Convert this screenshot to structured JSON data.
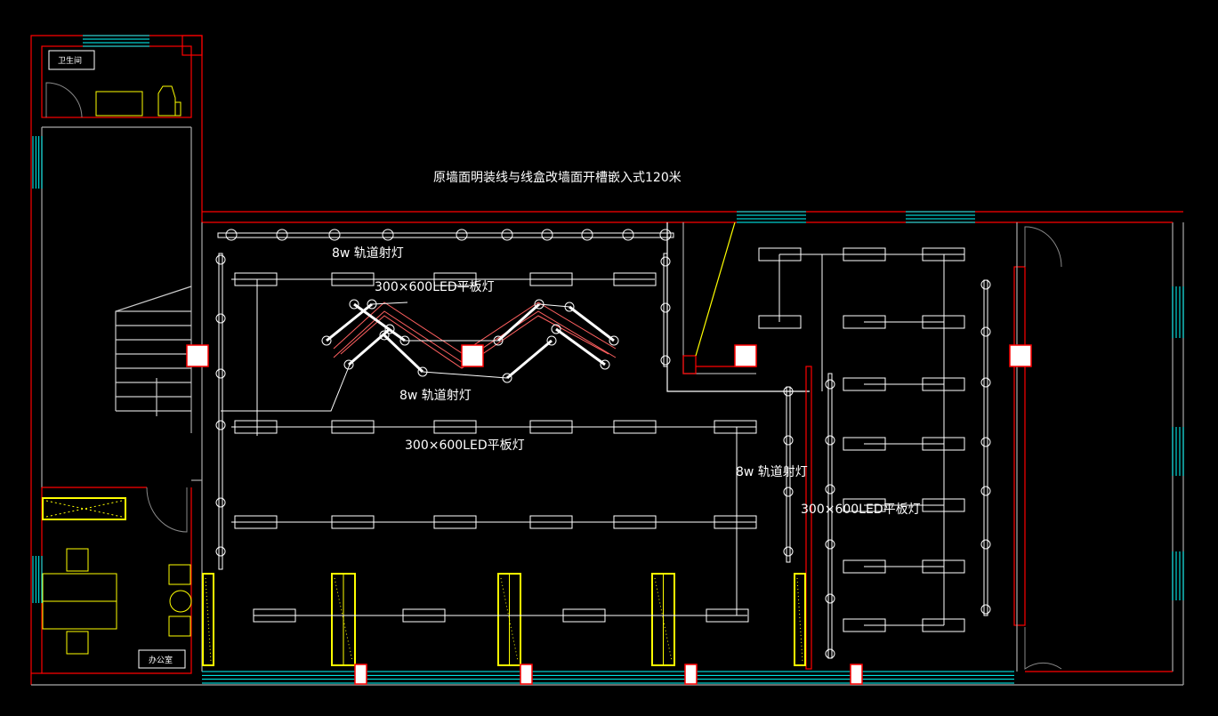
{
  "drawing": {
    "note": "原墙面明装线与线盒改墙面开槽嵌入式120米",
    "rooms": {
      "toilet": "卫生间",
      "office": "办公室"
    },
    "labels": [
      "8w 轨道射灯",
      "300×600LED平板灯",
      "8w 轨道射灯",
      "300×600LED平板灯",
      "8w 轨道射灯",
      "300×600LED平板灯"
    ]
  },
  "colors": {
    "wall": "#ff0000",
    "window": "#00ffff",
    "furniture": "#ffff00",
    "line": "#ffffff",
    "grey": "#808080"
  }
}
